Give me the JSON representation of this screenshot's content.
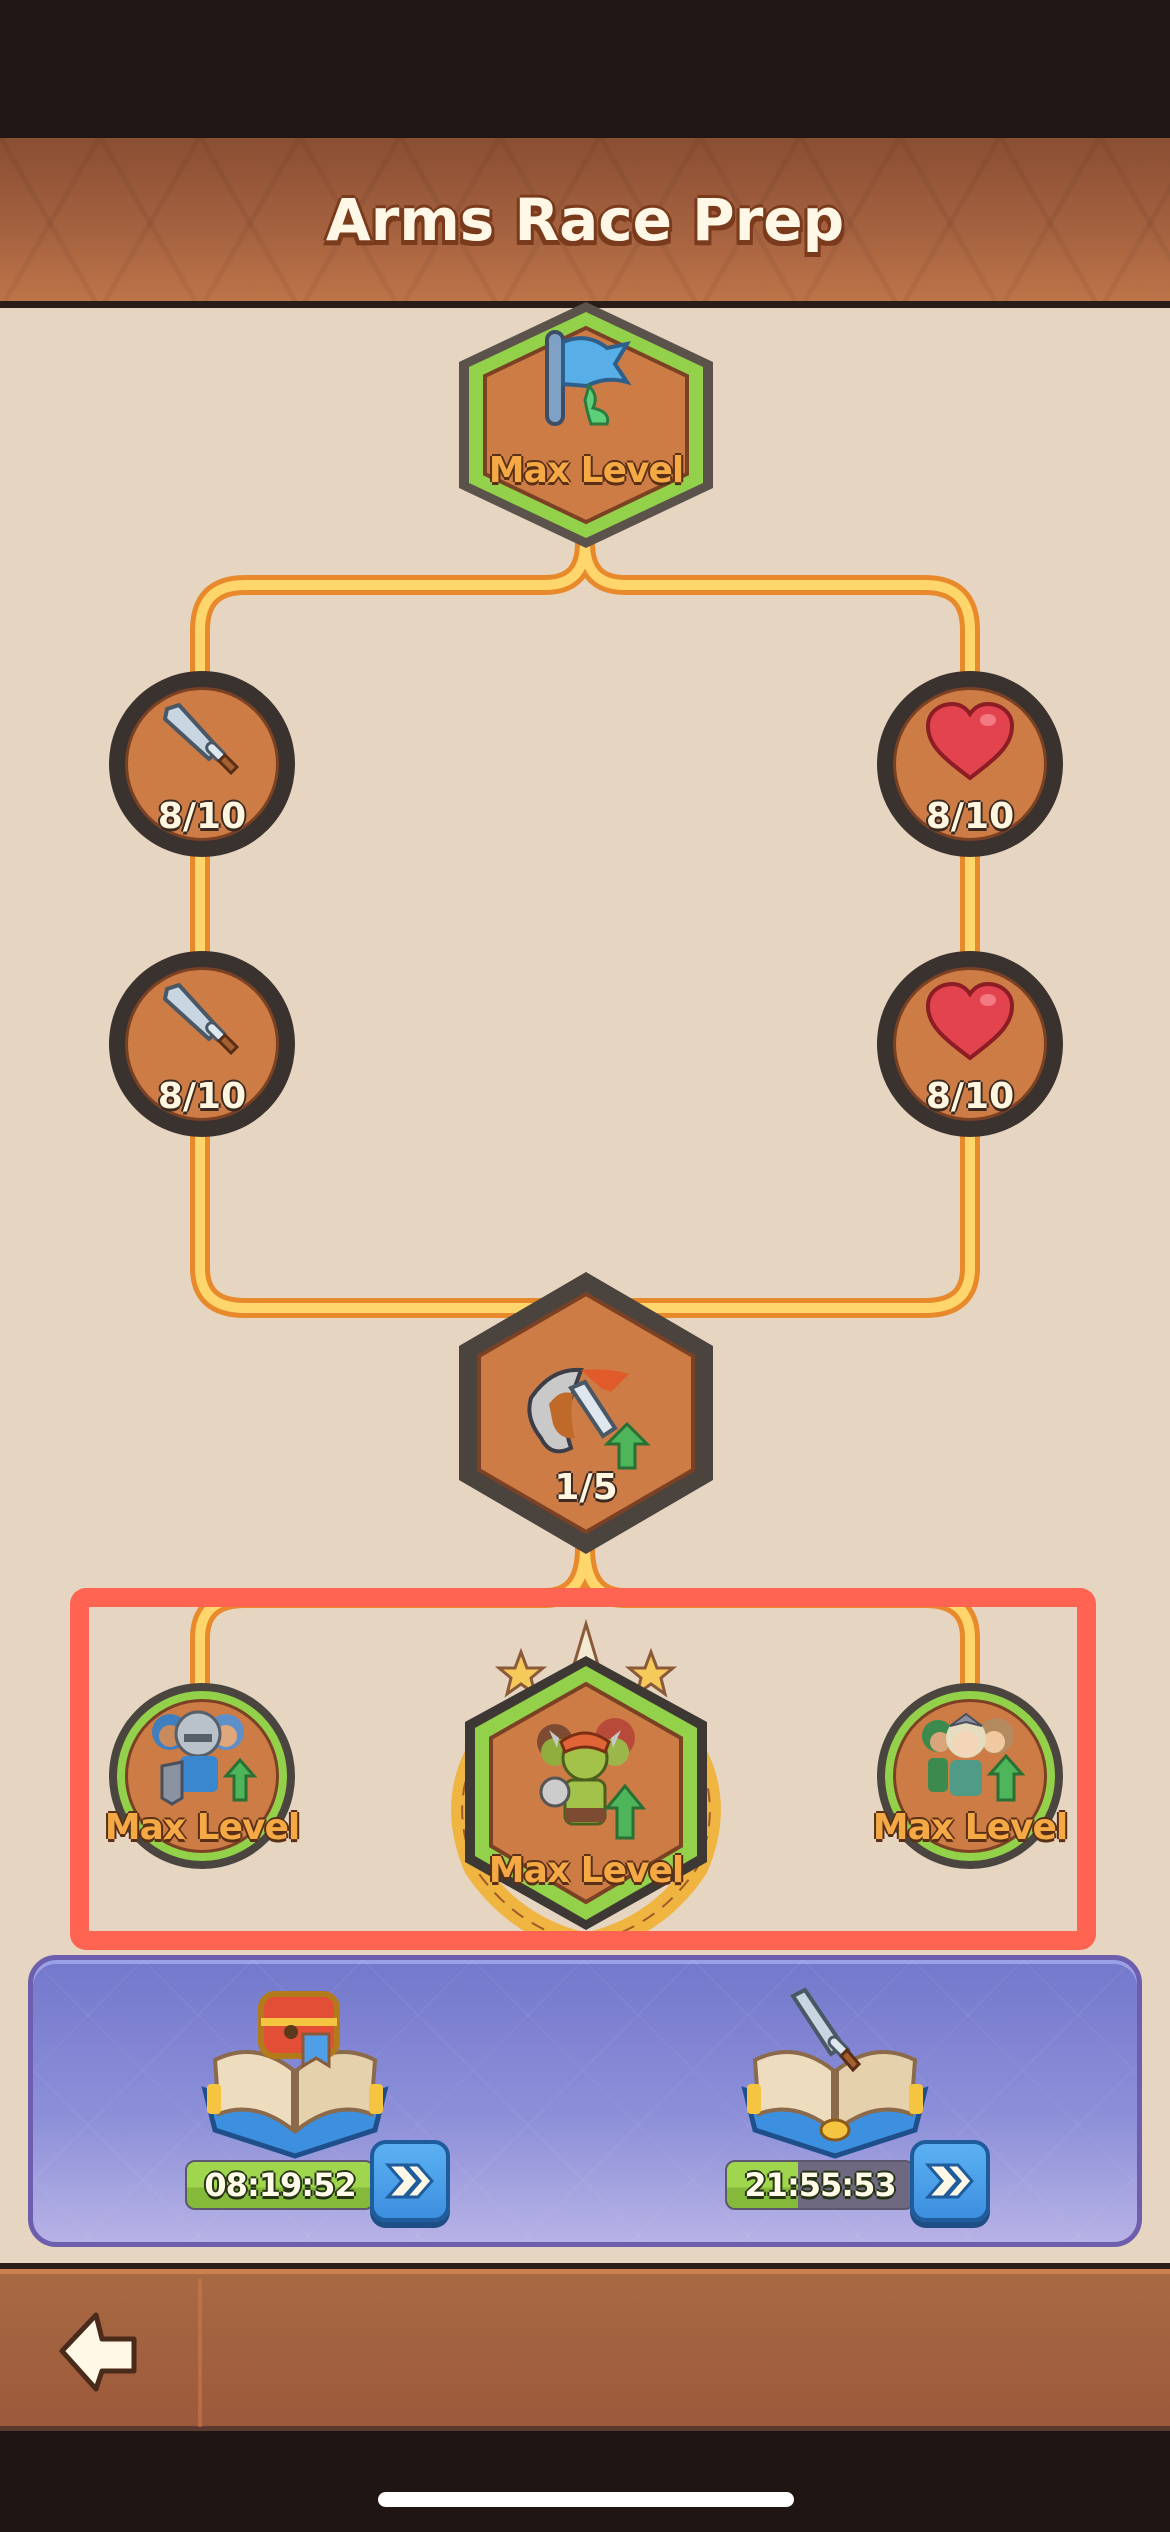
{
  "header": {
    "title": "Arms Race Prep"
  },
  "tree": {
    "top_node": {
      "icon": "flag-icon",
      "status": "Max Level",
      "state": "maxed"
    },
    "left_branch": [
      {
        "icon": "sword-icon",
        "progress": "8/10",
        "state": "in-progress"
      },
      {
        "icon": "sword-icon",
        "progress": "8/10",
        "state": "in-progress"
      }
    ],
    "right_branch": [
      {
        "icon": "heart-icon",
        "progress": "8/10",
        "state": "in-progress"
      },
      {
        "icon": "heart-icon",
        "progress": "8/10",
        "state": "in-progress"
      }
    ],
    "middle_node": {
      "icon": "shield-sword-upgrade-icon",
      "progress": "1/5",
      "state": "in-progress"
    },
    "bottom_row": [
      {
        "icon": "knight-squad-upgrade-icon",
        "status": "Max Level",
        "state": "maxed"
      },
      {
        "icon": "orc-squad-upgrade-icon",
        "status": "Max Level",
        "state": "maxed-featured"
      },
      {
        "icon": "elf-squad-upgrade-icon",
        "status": "Max Level",
        "state": "maxed"
      }
    ]
  },
  "rewards": [
    {
      "icon": "chest-book-icon",
      "timer": "08:19:52",
      "fill_percent": 100,
      "speed_button": "fast-forward-icon"
    },
    {
      "icon": "sword-book-icon",
      "timer": "21:55:53",
      "fill_percent": 38,
      "speed_button": "fast-forward-icon"
    }
  ],
  "footer": {
    "back_icon": "back-arrow-icon"
  },
  "colors": {
    "board_bg": "#e6d6c1",
    "node_fill": "#cd7c45",
    "maxed_ring": "#93d14a",
    "connector": "#ffd66b",
    "connector_edge": "#e88a2c",
    "highlight": "#ff6352",
    "panel": "#7f84d3",
    "timer_green": "#9fd64d",
    "button_blue": "#4aa0e8"
  }
}
